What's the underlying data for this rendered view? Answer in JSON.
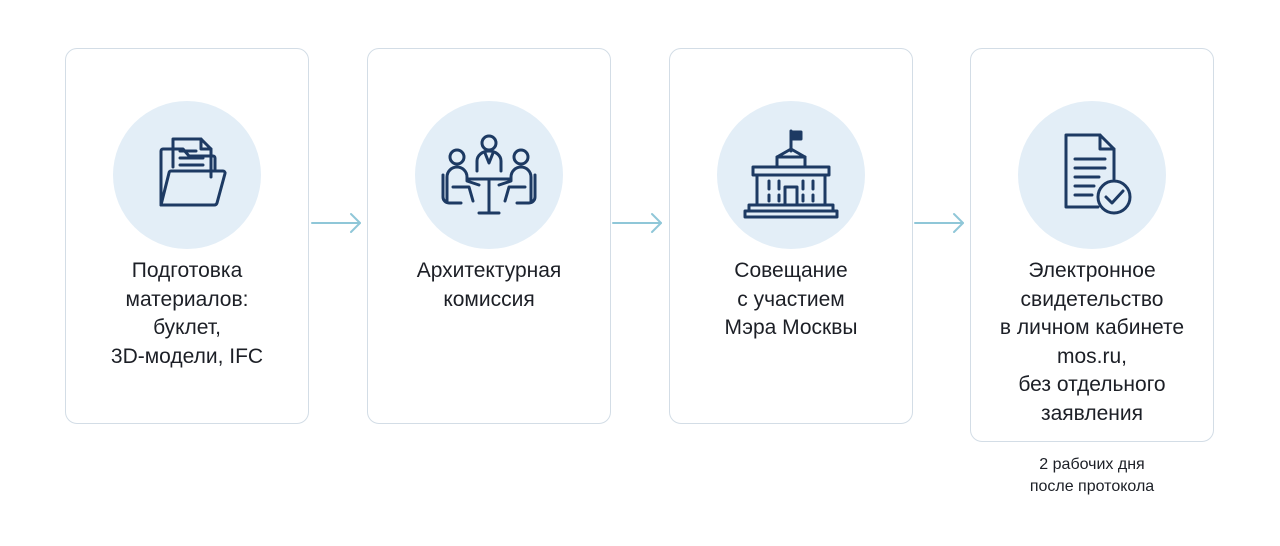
{
  "steps": [
    {
      "icon": "folder-document-icon",
      "lines": [
        "Подготовка",
        "материалов:",
        "буклет,",
        "3D-модели, IFC"
      ]
    },
    {
      "icon": "meeting-people-icon",
      "lines": [
        "Архитектурная",
        "комиссия"
      ]
    },
    {
      "icon": "government-building-icon",
      "lines": [
        "Совещание",
        "с участием",
        "Мэра Москвы"
      ]
    },
    {
      "icon": "document-check-icon",
      "lines": [
        "Электронное",
        "свидетельство",
        "в личном кабинете",
        "mos.ru,",
        "без отдельного",
        "заявления"
      ]
    }
  ],
  "note": {
    "lines": [
      "2 рабочих дня",
      "после протокола"
    ]
  },
  "colors": {
    "icon_stroke": "#1d3a63",
    "circle_fill": "#e3eef7",
    "card_border": "#d3dde6",
    "arrow": "#8fc7d8"
  }
}
